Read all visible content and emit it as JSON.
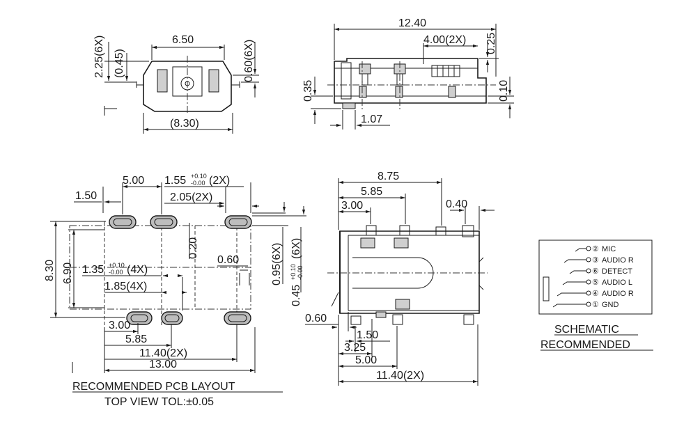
{
  "top_left_view": {
    "dims": {
      "width_650": "6.50",
      "h_225": "2.25(6X)",
      "h_045": "(0.45)",
      "h_060": "0.60(6X)",
      "w_830": "(8.30)"
    }
  },
  "top_right_view": {
    "dims": {
      "len_1240": "12.40",
      "len_400": "4.00(2X)",
      "h_025": "0.25",
      "h_035": "0.35",
      "h_010": "0.10",
      "len_107": "1.07"
    }
  },
  "pcb_layout": {
    "dims": {
      "d_500": "5.00",
      "d_155": "1.55",
      "d_155_tol_plus": "+0.10",
      "d_155_tol_minus": "-0.00",
      "d_155_count": "(2X)",
      "d_150": "1.50",
      "d_205": "2.05(2X)",
      "d_830": "8.30",
      "d_690": "6.90",
      "d_020": "0.20",
      "d_135": "1.35",
      "d_135_tol_plus": "+0.10",
      "d_135_tol_minus": "-0.00",
      "d_135_count": "(4X)",
      "d_185": "1.85(4X)",
      "d_060": "0.60",
      "d_095": "0.95(6X)",
      "d_045": "0.45",
      "d_045_tol_plus": "+0.10",
      "d_045_tol_minus": "-0.00",
      "d_045_count": "(6X)",
      "d_300": "3.00",
      "d_585": "5.85",
      "d_1140": "11.40(2X)",
      "d_1300": "13.00"
    },
    "caption_line1": "RECOMMENDED PCB LAYOUT",
    "caption_line2": "TOP VIEW TOL:±0.05"
  },
  "bottom_view": {
    "dims": {
      "d_875": "8.75",
      "d_585": "5.85",
      "d_300": "3.00",
      "d_040": "0.40",
      "d_060": "0.60",
      "d_150": "1.50",
      "d_325": "3.25",
      "d_500": "5.00",
      "d_1140": "11.40(2X)"
    }
  },
  "schematic": {
    "pins": [
      {
        "num": "②",
        "label": "MIC"
      },
      {
        "num": "③",
        "label": "AUDIO R"
      },
      {
        "num": "⑥",
        "label": "DETECT"
      },
      {
        "num": "⑤",
        "label": "AUDIO L"
      },
      {
        "num": "④",
        "label": "AUDIO R"
      },
      {
        "num": "①",
        "label": "GND"
      }
    ],
    "caption_line1": "SCHEMATIC",
    "caption_line2": "RECOMMENDED"
  }
}
